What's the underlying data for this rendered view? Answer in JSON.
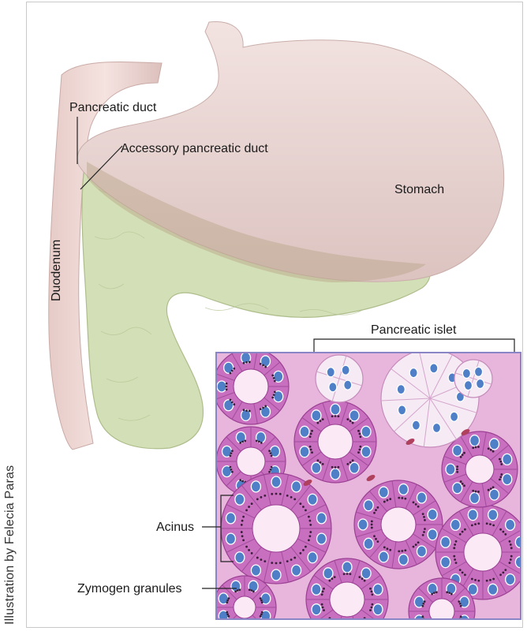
{
  "credit": "Illustration by Felecia Paras",
  "labels": {
    "pancreatic_duct": "Pancreatic duct",
    "accessory_pancreatic_duct": "Accessory pancreatic duct",
    "stomach": "Stomach",
    "duodenum": "Duodenum",
    "pancreatic_islet": "Pancreatic islet",
    "acinus": "Acinus",
    "zymogen_granules": "Zymogen granules"
  },
  "colors": {
    "stomach": "#ead6d3",
    "duodenum": "#efd7d3",
    "pancreas": "#d3dfb6",
    "histology_bg": "#e8b6dc",
    "acinar_cell": "#c86fbf",
    "nucleus": "#4f7fc6",
    "islet_cell": "#f6eaf4",
    "inset_border": "#8a86c6"
  }
}
